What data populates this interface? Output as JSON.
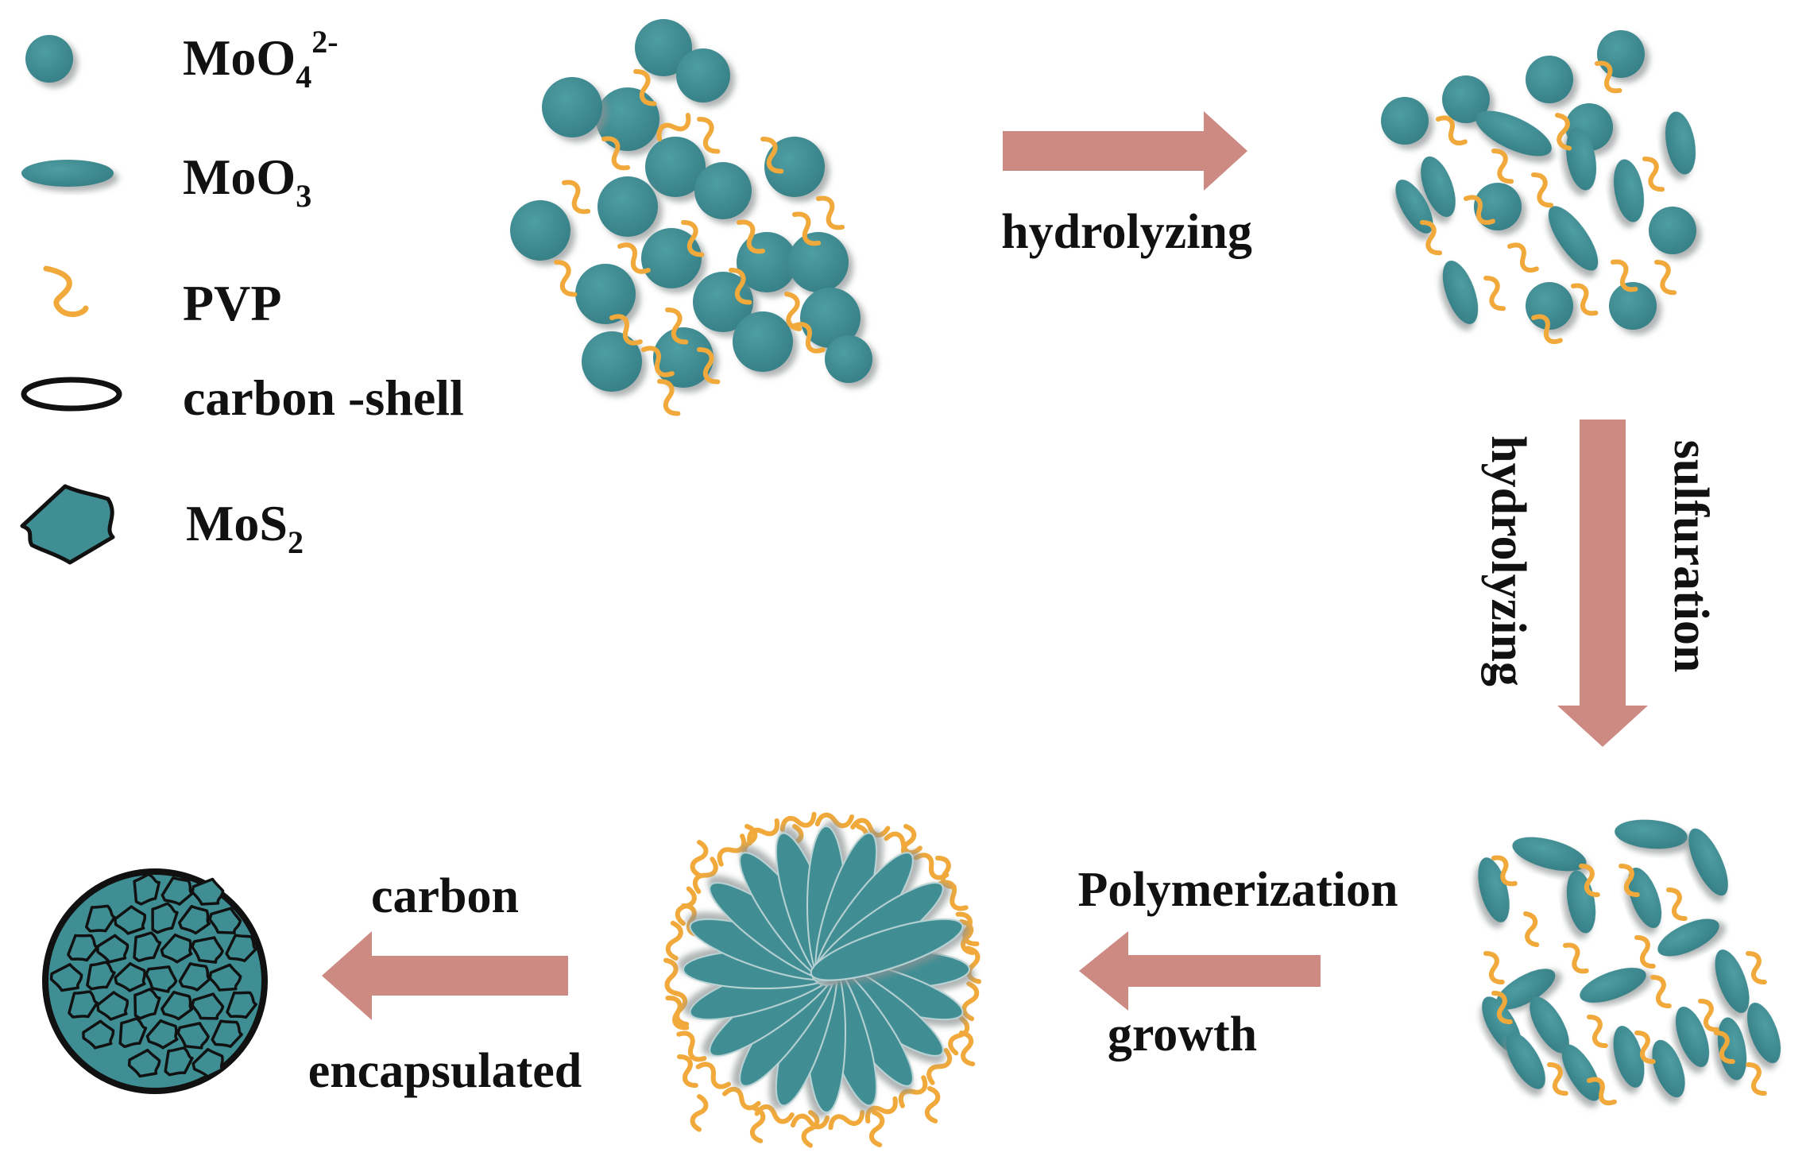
{
  "colors": {
    "particle": "#3f8e94",
    "particle_edge": "#d7e8ea",
    "shadow": "#9aa0a0",
    "pvp": "#f0a93a",
    "arrow": "#cd8a83",
    "outline": "#111111"
  },
  "legend": [
    {
      "icon": "moo4-ion-icon",
      "label": "MoO",
      "sub": "4",
      "sup": "2-"
    },
    {
      "icon": "moo3-ellipse-icon",
      "label": "MoO",
      "sub": "3",
      "sup": ""
    },
    {
      "icon": "pvp-squiggle-icon",
      "label": "PVP",
      "sub": "",
      "sup": ""
    },
    {
      "icon": "carbon-shell-icon",
      "label": "carbon -shell",
      "sub": "",
      "sup": ""
    },
    {
      "icon": "mos2-sheet-icon",
      "label": "MoS",
      "sub": "2",
      "sup": ""
    }
  ],
  "steps": {
    "hydrolyzing_top": "hydrolyzing",
    "vertical_left": "hydrolyzing",
    "vertical_right": "sulfuration",
    "polymerization": "Polymerization",
    "growth": "growth",
    "carbon": "carbon",
    "encapsulated": "encapsulated"
  }
}
